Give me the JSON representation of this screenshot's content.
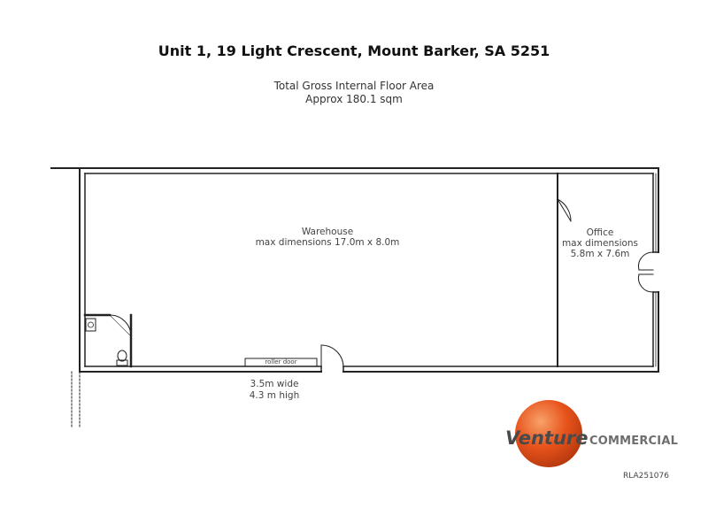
{
  "header": {
    "address": "Unit 1, 19 Light Crescent, Mount Barker, SA 5251",
    "area_line1": "Total Gross Internal Floor Area",
    "area_line2": "Approx 180.1 sqm"
  },
  "rooms": {
    "warehouse": {
      "name": "Warehouse",
      "dimensions": "max dimensions 17.0m x 8.0m"
    },
    "office": {
      "name": "Office",
      "dimensions_line1": "max dimensions",
      "dimensions_line2": "5.8m x 7.6m"
    }
  },
  "roller_door": {
    "label": "roller door",
    "width": "3.5m wide",
    "height": "4.3 m high"
  },
  "logo": {
    "brand": "Venture",
    "suffix": "COMMERCIAL",
    "accent_color": "#e8531c"
  },
  "reference": "RLA251076",
  "colors": {
    "wall": "#222222",
    "accent": "#e8531c"
  }
}
